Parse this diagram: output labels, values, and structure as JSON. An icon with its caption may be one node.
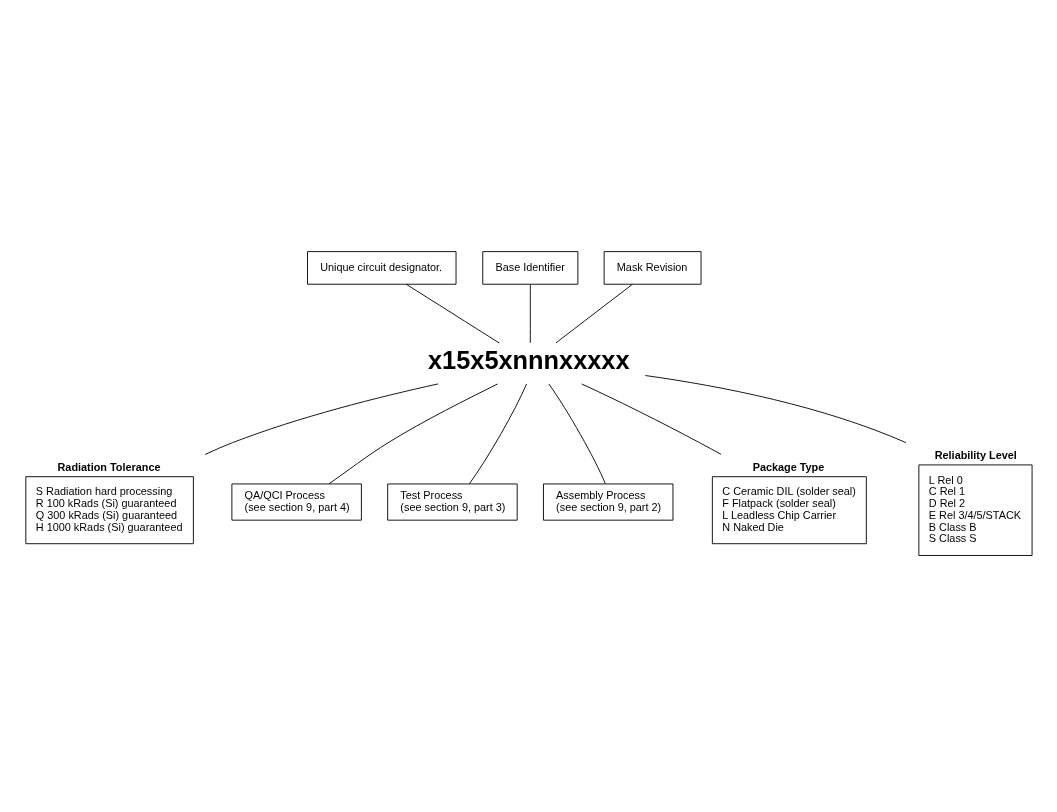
{
  "diagram": {
    "nodes": [
      {
        "text": [
          "Unique circuit designator."
        ]
      },
      {
        "text": [
          "Base Identifier"
        ]
      },
      {
        "text": [
          "Mask Revision"
        ]
      },
      {
        "text": [
          "x15x5xnnnxxxxx"
        ]
      },
      {
        "text": [
          "Radiation Tolerance",
          "S Radiation hard processing",
          "R 100 kRads (Si) guaranteed",
          "Q 300 kRads (Si) guaranteed",
          "H 1000 kRads (Si) guaranteed"
        ]
      },
      {
        "text": [
          "QA/QCI Process",
          "(see section 9, part 4)"
        ]
      },
      {
        "text": [
          "Test Process",
          "(see section 9, part 3)"
        ]
      },
      {
        "text": [
          "Assembly Process",
          "(see section 9, part 2)"
        ]
      },
      {
        "text": [
          "Package Type",
          "C Ceramic DIL (solder seal)",
          "F Flatpack (solder seal)",
          "L Leadless Chip Carrier",
          "N Naked Die"
        ]
      },
      {
        "text": [
          "Reliability Level",
          "L Rel 0",
          "C Rel 1",
          "D Rel 2",
          "E Rel 3/4/5/STACK",
          "B Class B",
          "S Class S"
        ]
      }
    ],
    "edges": [
      {
        "from": 0,
        "to": 3,
        "arrow": "none"
      },
      {
        "from": 1,
        "to": 3,
        "arrow": "none"
      },
      {
        "from": 2,
        "to": 3,
        "arrow": "none"
      },
      {
        "from": 4,
        "to": 3,
        "arrow": "none"
      },
      {
        "from": 5,
        "to": 3,
        "arrow": "none"
      },
      {
        "from": 6,
        "to": 3,
        "arrow": "none"
      },
      {
        "from": 7,
        "to": 3,
        "arrow": "none"
      },
      {
        "from": 8,
        "to": 3,
        "arrow": "none"
      },
      {
        "from": 9,
        "to": 3,
        "arrow": "none"
      }
    ]
  }
}
